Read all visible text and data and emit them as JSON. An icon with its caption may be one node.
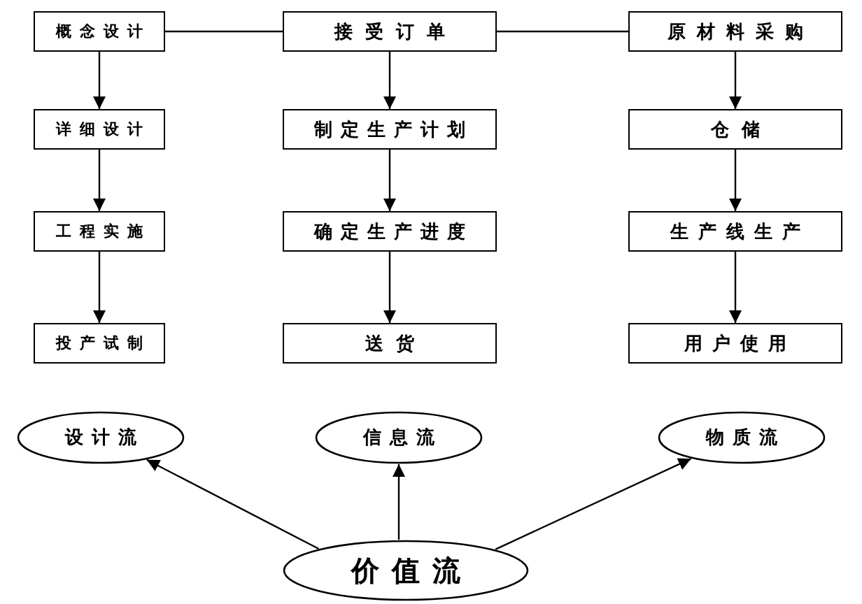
{
  "diagram": {
    "nodes": [
      {
        "text": [
          "概念设计"
        ]
      },
      {
        "text": [
          "接受订单"
        ]
      },
      {
        "text": [
          "原材料采购"
        ]
      },
      {
        "text": [
          "详细设计"
        ]
      },
      {
        "text": [
          "制定生产计划"
        ]
      },
      {
        "text": [
          "仓储"
        ]
      },
      {
        "text": [
          "工程实施"
        ]
      },
      {
        "text": [
          "确定生产进度"
        ]
      },
      {
        "text": [
          "生产线生产"
        ]
      },
      {
        "text": [
          "投产试制"
        ]
      },
      {
        "text": [
          "送货"
        ]
      },
      {
        "text": [
          "用户使用"
        ]
      },
      {
        "text": [
          "设计流"
        ]
      },
      {
        "text": [
          "信息流"
        ]
      },
      {
        "text": [
          "物质流"
        ]
      },
      {
        "text": [
          "价值流"
        ]
      }
    ],
    "edges": [
      {
        "from": 0,
        "to": 1,
        "arrow": "none"
      },
      {
        "from": 1,
        "to": 2,
        "arrow": "none"
      },
      {
        "from": 0,
        "to": 3,
        "arrow": "to"
      },
      {
        "from": 3,
        "to": 6,
        "arrow": "to"
      },
      {
        "from": 6,
        "to": 9,
        "arrow": "to"
      },
      {
        "from": 1,
        "to": 4,
        "arrow": "to"
      },
      {
        "from": 4,
        "to": 7,
        "arrow": "to"
      },
      {
        "from": 7,
        "to": 10,
        "arrow": "to"
      },
      {
        "from": 2,
        "to": 5,
        "arrow": "to"
      },
      {
        "from": 5,
        "to": 8,
        "arrow": "to"
      },
      {
        "from": 8,
        "to": 11,
        "arrow": "to"
      },
      {
        "from": 15,
        "to": 12,
        "arrow": "to"
      },
      {
        "from": 15,
        "to": 13,
        "arrow": "to"
      },
      {
        "from": 15,
        "to": 14,
        "arrow": "to"
      }
    ]
  }
}
